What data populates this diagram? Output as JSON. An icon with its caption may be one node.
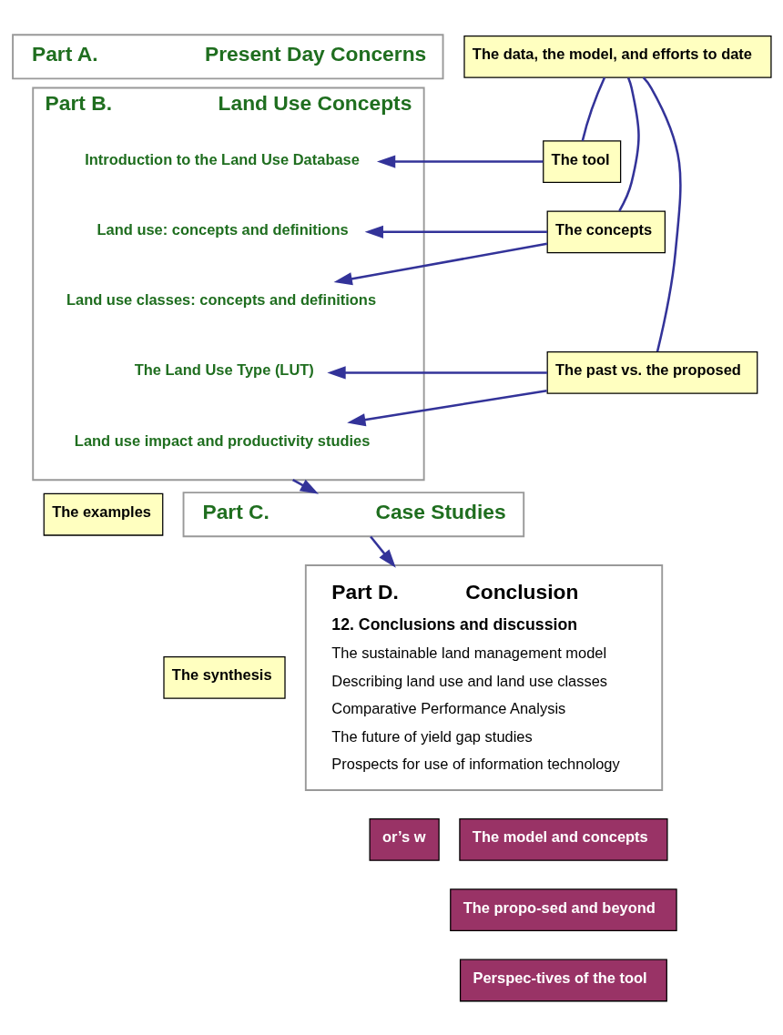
{
  "diagram": {
    "nodes": [
      {
        "text": [
          "Part A.",
          "Present Day Concerns"
        ]
      },
      {
        "text": [
          "The data, the model, and efforts to date"
        ]
      },
      {
        "text": [
          "Part B.",
          "Land Use Concepts"
        ]
      },
      {
        "text": [
          "Introduction to the Land Use Database"
        ],
        "in": 2
      },
      {
        "text": [
          "Land use: concepts and definitions"
        ],
        "in": 2
      },
      {
        "text": [
          "Land use classes: concepts and definitions"
        ],
        "in": 2
      },
      {
        "text": [
          "The Land Use Type (LUT)"
        ],
        "in": 2
      },
      {
        "text": [
          "Land use impact and productivity studies"
        ],
        "in": 2
      },
      {
        "text": [
          "The tool"
        ]
      },
      {
        "text": [
          "The concepts"
        ]
      },
      {
        "text": [
          "The past vs. the proposed"
        ]
      },
      {
        "text": [
          "The examples"
        ]
      },
      {
        "text": [
          "Part C.",
          "Case Studies"
        ]
      },
      {
        "text": [
          "The synthesis"
        ]
      },
      {
        "text": [
          "Part D.",
          "Conclusion",
          "12. Conclusions and discussion",
          "The sustainable land management model",
          "Describing land use and land use classes",
          "Comparative Performance Analysis",
          "The future of yield gap studies",
          "Prospects for use of information technology"
        ]
      },
      {
        "text": [
          "or’s w"
        ]
      },
      {
        "text": [
          "The model and concepts"
        ]
      },
      {
        "text": [
          "The propo-sed and beyond"
        ]
      },
      {
        "text": [
          "Perspec-tives of the tool"
        ]
      }
    ],
    "edges": [
      {
        "from": 1,
        "to": 8,
        "arrow": "none"
      },
      {
        "from": 1,
        "to": 9,
        "arrow": "none"
      },
      {
        "from": 1,
        "to": 10,
        "arrow": "none"
      },
      {
        "from": 8,
        "to": 3,
        "arrow": "to"
      },
      {
        "from": 9,
        "to": 4,
        "arrow": "to"
      },
      {
        "from": 9,
        "to": 5,
        "arrow": "to"
      },
      {
        "from": 10,
        "to": 6,
        "arrow": "to"
      },
      {
        "from": 10,
        "to": 7,
        "arrow": "to"
      },
      {
        "from": 2,
        "to": 12,
        "arrow": "to"
      },
      {
        "from": 12,
        "to": 14,
        "arrow": "to"
      }
    ]
  }
}
